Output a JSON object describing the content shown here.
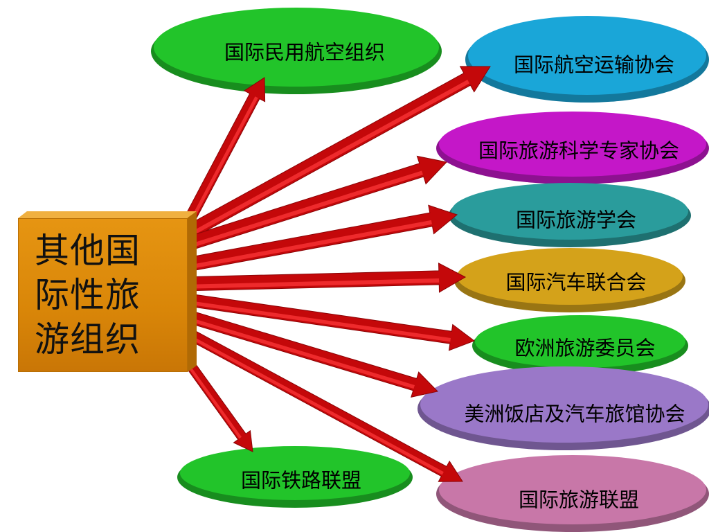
{
  "center": {
    "lines": [
      "其他国",
      "际性旅",
      "游组织"
    ]
  },
  "nodes": [
    {
      "label": "国际民用航空组织",
      "color": "#22c42a"
    },
    {
      "label": "国际航空运输协会",
      "color": "#1aa6d8"
    },
    {
      "label": "国际旅游科学专家协会",
      "color": "#c417c8"
    },
    {
      "label": "国际旅游学会",
      "color": "#2a9c9c"
    },
    {
      "label": "国际汽车联合会",
      "color": "#d4a21a"
    },
    {
      "label": "欧洲旅游委员会",
      "color": "#22c42a"
    },
    {
      "label": "美洲饭店及汽车旅馆协会",
      "color": "#9a78c8"
    },
    {
      "label": "国际铁路联盟",
      "color": "#22c42a"
    },
    {
      "label": "国际旅游联盟",
      "color": "#c877a8"
    }
  ],
  "colors": {
    "arrow": "#c4080a",
    "center_box": "#e08c10"
  }
}
